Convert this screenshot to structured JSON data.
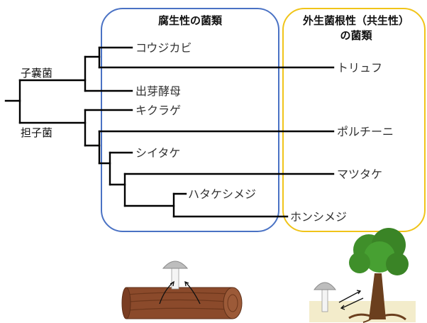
{
  "headers": {
    "saprophytic": "腐生性の菌類",
    "ectomycorrhizal_line1": "外生菌根性（共生性）",
    "ectomycorrhizal_line2": "の菌類"
  },
  "clades": {
    "ascomycota": "子嚢菌",
    "basidiomycota": "担子菌"
  },
  "taxa": [
    {
      "key": "aspergillus",
      "label": "コウジカビ"
    },
    {
      "key": "truffle",
      "label": "トリュフ"
    },
    {
      "key": "yeast",
      "label": "出芽酵母"
    },
    {
      "key": "wood_ear",
      "label": "キクラゲ"
    },
    {
      "key": "porcini",
      "label": "ポルチーニ"
    },
    {
      "key": "shiitake",
      "label": "シイタケ"
    },
    {
      "key": "matsutake",
      "label": "マツタケ"
    },
    {
      "key": "bunashimeji",
      "label": "ハタケシメジ"
    },
    {
      "key": "honshimeji",
      "label": "ホンシメジ"
    }
  ],
  "colors": {
    "saprophytic_box": "#4a72c4",
    "ectomycorrhizal_box": "#f0c419",
    "tree_lines": "#000000",
    "log_wood": "#8b4a2b",
    "foliage": "#3f8f2a",
    "trunk": "#6b3f1e",
    "soil": "#f3eccb"
  },
  "icons": {
    "log_illustration": "log-with-mushroom-icon",
    "tree_illustration": "tree-with-mushroom-icon"
  }
}
